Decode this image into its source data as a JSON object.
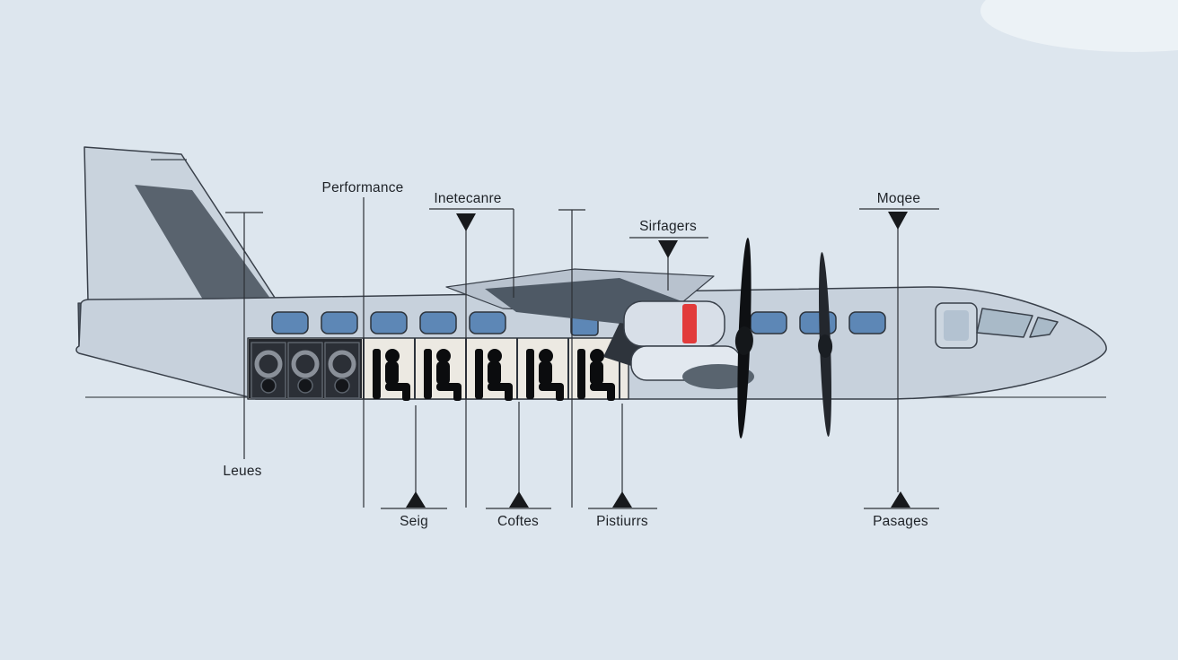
{
  "diagram": {
    "type": "aircraft-cutaway-side-view",
    "labels": {
      "performance": "Performance",
      "inetecanre": "Inetecanre",
      "sirfagers": "Sirfagers",
      "moqee": "Moqee",
      "leues": "Leues",
      "seig": "Seig",
      "coftes": "Coftes",
      "pistiurrs": "Pistiurrs",
      "pasages": "Pasages"
    },
    "colors": {
      "background": "#dde6ee",
      "fuselage": "#c7d1dc",
      "fuselage_dark": "#545e6a",
      "window_blue": "#5d87b6",
      "interior": "#ece9e2",
      "silhouette": "#0b0c0e",
      "accent_red": "#e23b3b",
      "leader_line": "#2c3036"
    }
  }
}
